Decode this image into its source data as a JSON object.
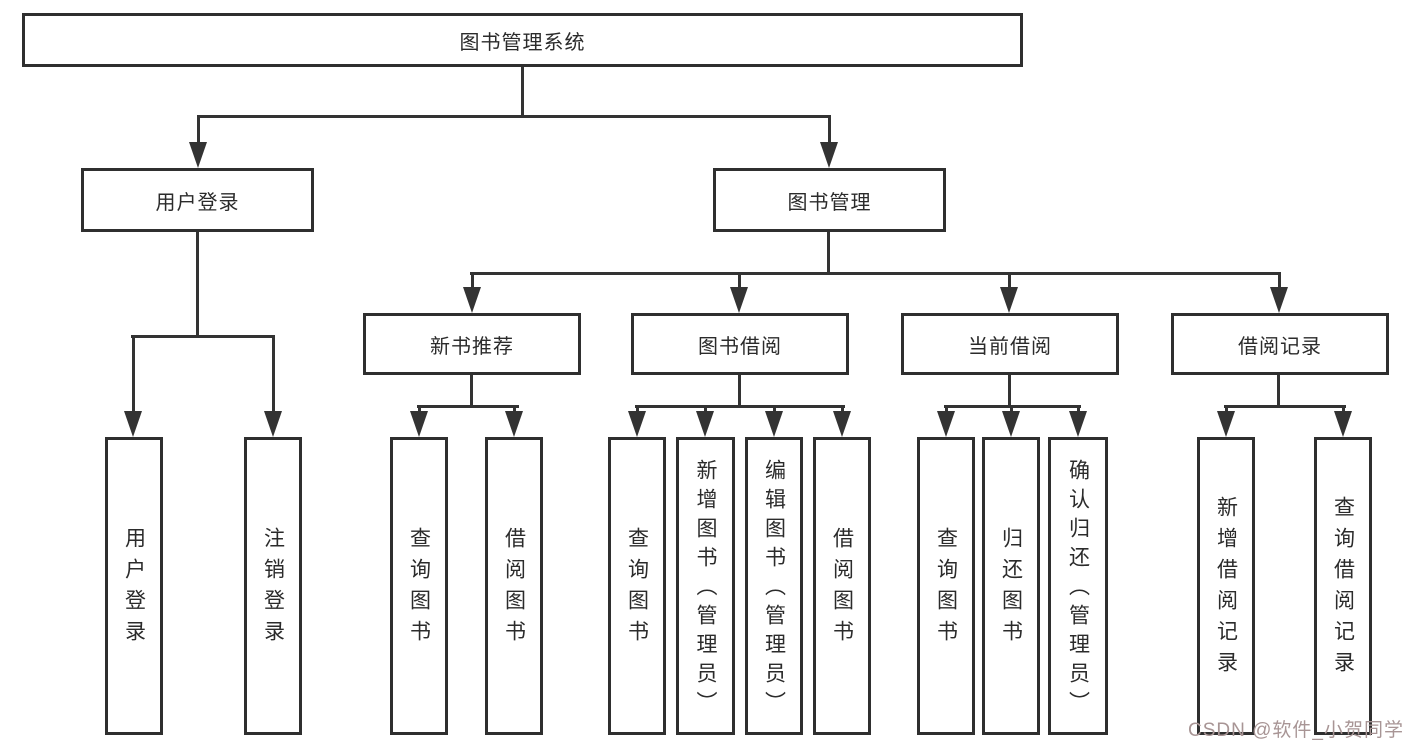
{
  "colors": {
    "line": "#333333",
    "box_border": "#2f2f2f",
    "box_background": "#ffffff",
    "text": "#2b2b2b",
    "watermark": "#a89595",
    "page_background": "#ffffff"
  },
  "tree": {
    "root": {
      "label": "图书管理系统"
    },
    "branches": [
      {
        "label": "用户登录",
        "leaves": [
          {
            "label": "用户登录"
          },
          {
            "label": "注销登录"
          }
        ]
      },
      {
        "label": "图书管理",
        "sections": [
          {
            "label": "新书推荐",
            "leaves": [
              {
                "label": "查询图书"
              },
              {
                "label": "借阅图书"
              }
            ]
          },
          {
            "label": "图书借阅",
            "leaves": [
              {
                "label": "查询图书"
              },
              {
                "label": "新增图书（管理员）"
              },
              {
                "label": "编辑图书（管理员）"
              },
              {
                "label": "借阅图书"
              }
            ]
          },
          {
            "label": "当前借阅",
            "leaves": [
              {
                "label": "查询图书"
              },
              {
                "label": "归还图书"
              },
              {
                "label": "确认归还（管理员）"
              }
            ]
          },
          {
            "label": "借阅记录",
            "leaves": [
              {
                "label": "新增借阅记录"
              },
              {
                "label": "查询借阅记录"
              }
            ]
          }
        ]
      }
    ]
  },
  "watermark": {
    "text": "CSDN @软件_小贺同学"
  }
}
